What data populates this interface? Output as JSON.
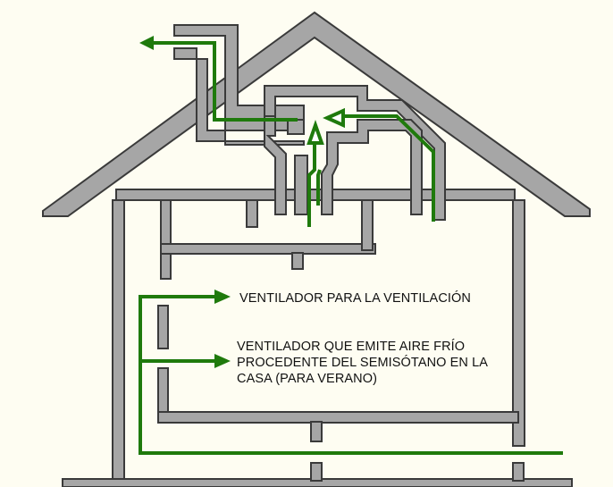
{
  "colors": {
    "background": "#fefdf2",
    "wall_fill": "#a6a6a6",
    "wall_stroke": "#3a3a3a",
    "airflow": "#1f7a0c"
  },
  "labels": {
    "ventilation": "VENTILADOR PARA LA VENTILACIÓN",
    "cool_air_lines": [
      "VENTILADOR QUE EMITE AIRE FRÍO",
      "PROCEDENTE DEL SEMISÓTANO EN LA",
      "CASA (PARA VERANO)"
    ]
  }
}
